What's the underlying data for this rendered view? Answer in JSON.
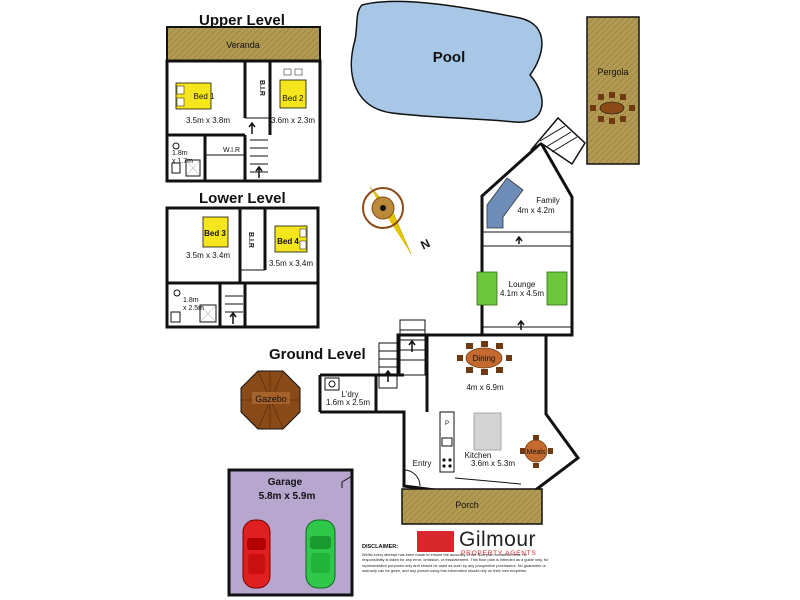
{
  "levels": {
    "upper": "Upper Level",
    "lower": "Lower Level",
    "ground": "Ground Level"
  },
  "upper": {
    "veranda": "Veranda",
    "bed1": "Bed 1",
    "bed1_size": "3.5m x 3.8m",
    "bir": "B.I.R",
    "bed2": "Bed 2",
    "bed2_size": "3.6m x 2.3m",
    "bath_size_a": "1.8m",
    "bath_size_b": "x 1.7m",
    "wir": "W.I.R"
  },
  "lower": {
    "bed3": "Bed 3",
    "bed3_size": "3.5m x 3.4m",
    "bir": "B.I.R",
    "bed4": "Bed 4",
    "bed4_size": "3.5m x 3.4m",
    "bath_size_a": "1.8m",
    "bath_size_b": "x 2.5m"
  },
  "outdoor": {
    "pool": "Pool",
    "pergola": "Pergola",
    "gazebo": "Gazebo",
    "compass_north": "N"
  },
  "ground": {
    "family": "Family",
    "family_size": "4m x 4.2m",
    "lounge": "Lounge",
    "lounge_size": "4.1m x 4.5m",
    "dining": "Dining",
    "dining_size": "4m x 6.9m",
    "laundry": "L'dry",
    "laundry_size": "1.6m x 2.5m",
    "pantry": "P",
    "kitchen": "Kitchen",
    "kitchen_size": "3.6m x 5.3m",
    "meals": "Meals",
    "entry": "Entry",
    "porch": "Porch"
  },
  "garage": {
    "label": "Garage",
    "size": "5.8m x 5.9m"
  },
  "brand": {
    "name": "Gilmour",
    "tagline": "PROPERTY AGENTS",
    "accent": "#d9272e"
  },
  "disclaimer": {
    "heading": "DISCLAIMER:",
    "body": "Whilst every attempt has been made to ensure the accuracy of the floor plan contained here, no responsibility is taken for any error, omission, or misstatement. This floor plan is intended as a guide only, for representation purposes only and should be used as such by any prospective purchasers. No guarantee or warranty can be given, and any person using this information should rely on their own enquiries."
  },
  "colors": {
    "bed": "#f5e51c",
    "deck": "#b29a52",
    "pool": "#a8c6e6",
    "garage": "#b7a7cf",
    "sofa_green": "#6cc73c",
    "sofa_blue": "#6d8db8",
    "table": "#c46a2e"
  }
}
